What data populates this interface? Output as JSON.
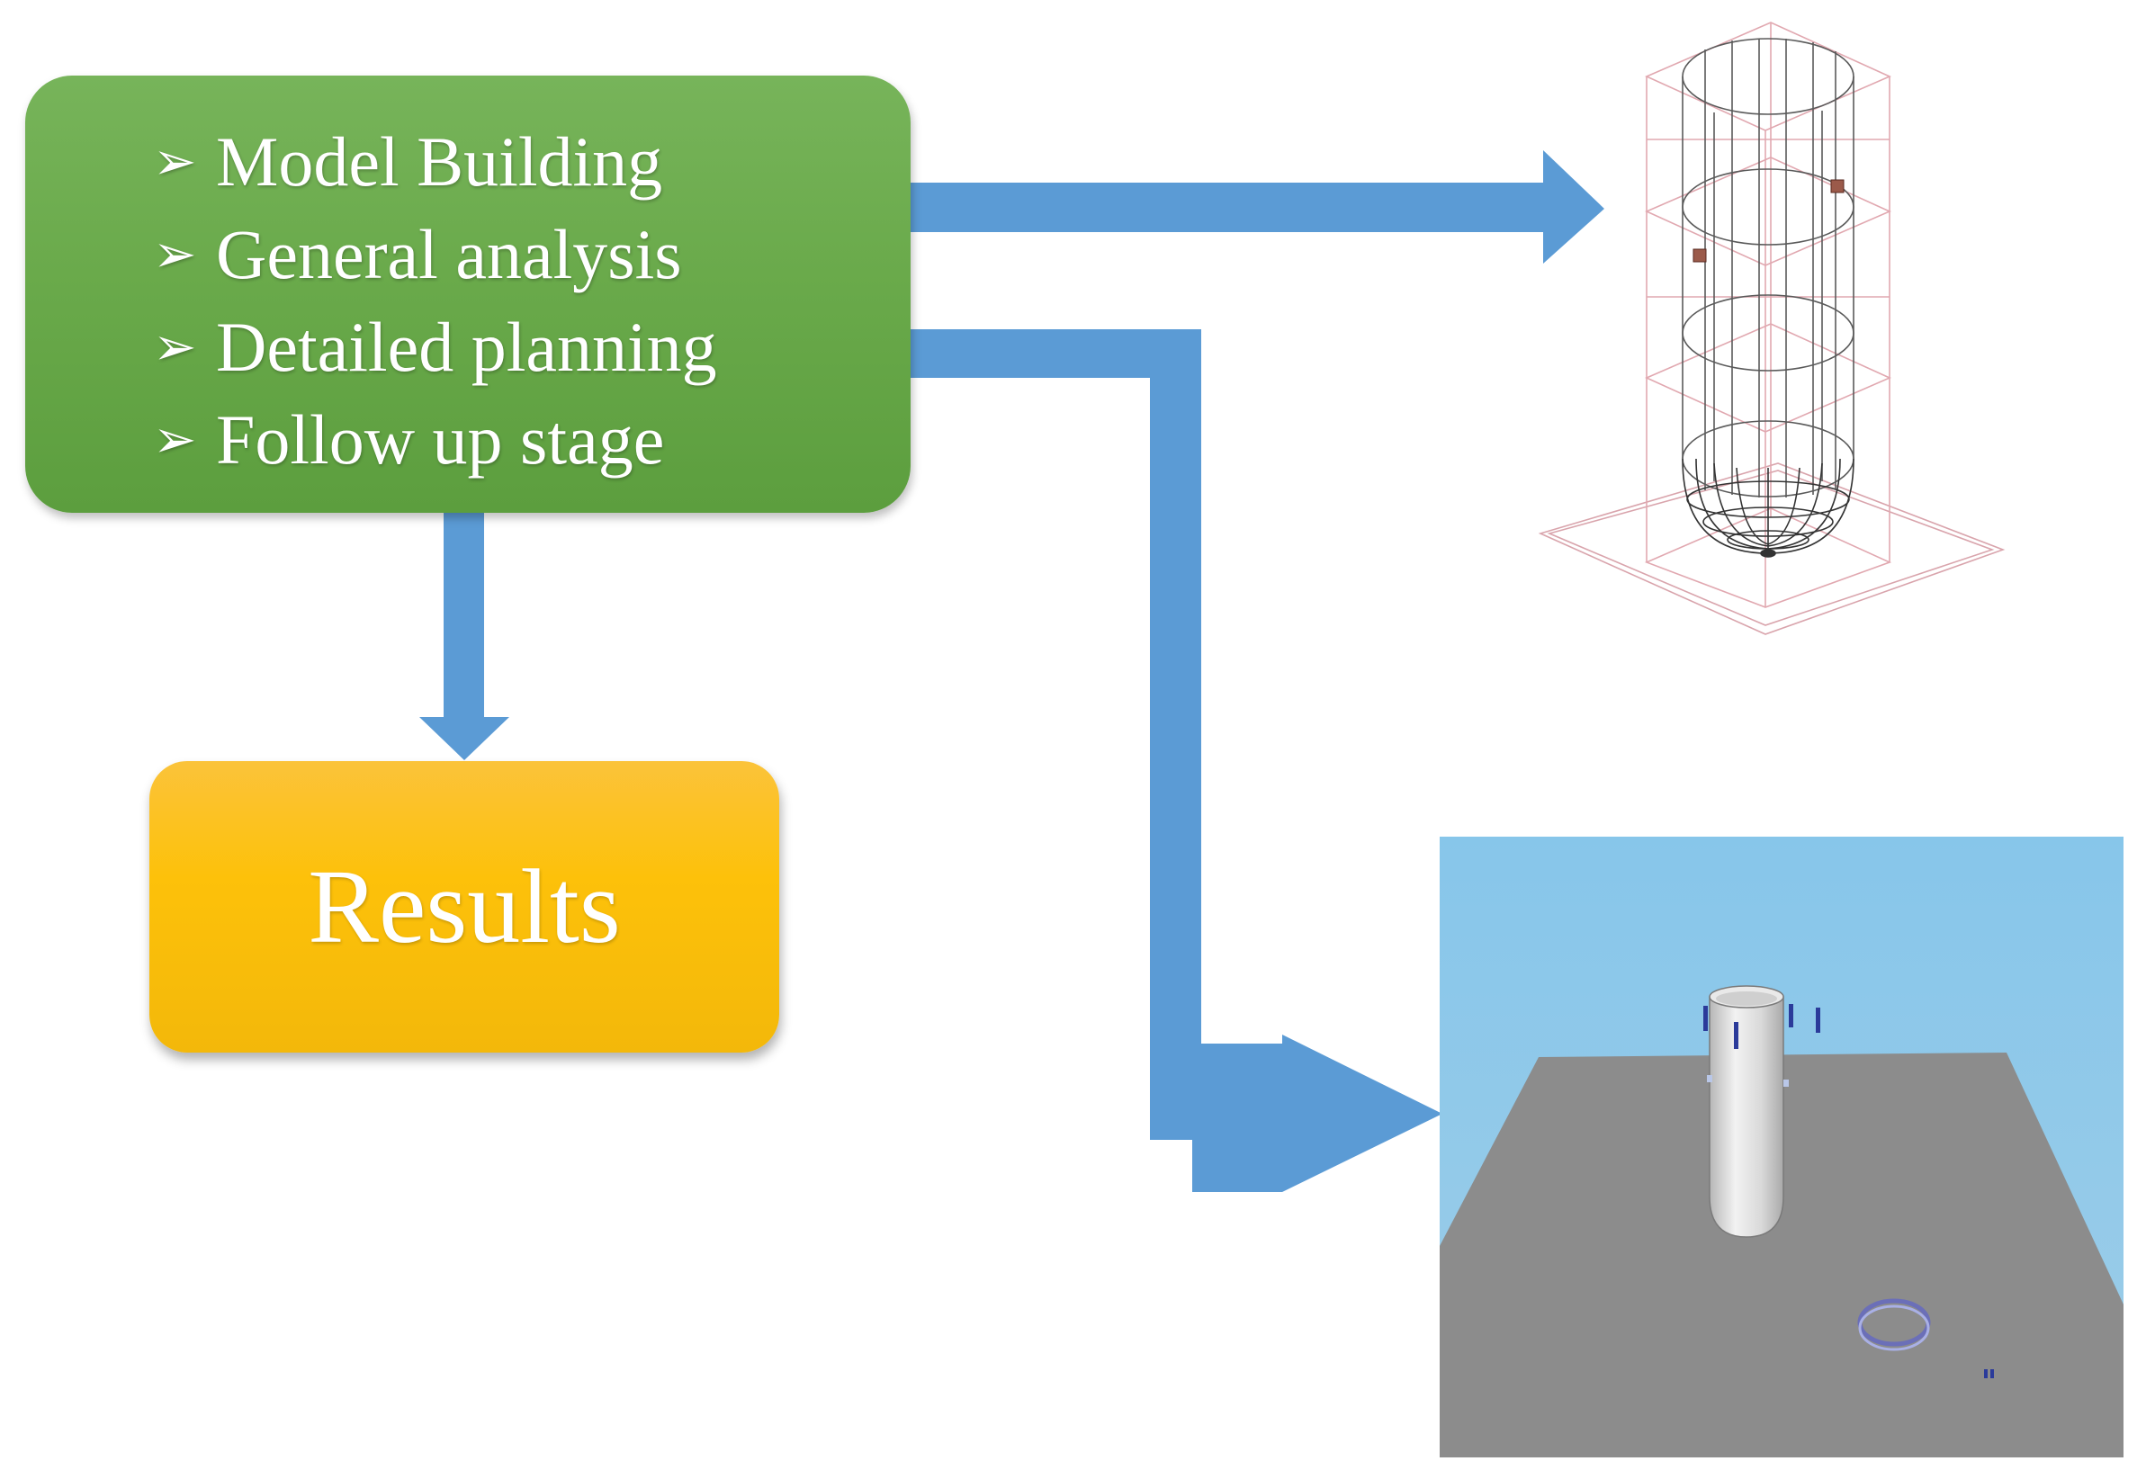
{
  "stage_box": {
    "bullet": "➢",
    "items": [
      {
        "label": "Model Building"
      },
      {
        "label": "General analysis"
      },
      {
        "label": "Detailed planning"
      },
      {
        "label": "Follow up stage"
      }
    ]
  },
  "results_box": {
    "label": "Results"
  },
  "colors": {
    "stage_box": "#6aaa4b",
    "results_box": "#fdc10a",
    "arrow": "#5b9bd5",
    "sky": "#87c6ea",
    "ground": "#8c8c8c"
  }
}
